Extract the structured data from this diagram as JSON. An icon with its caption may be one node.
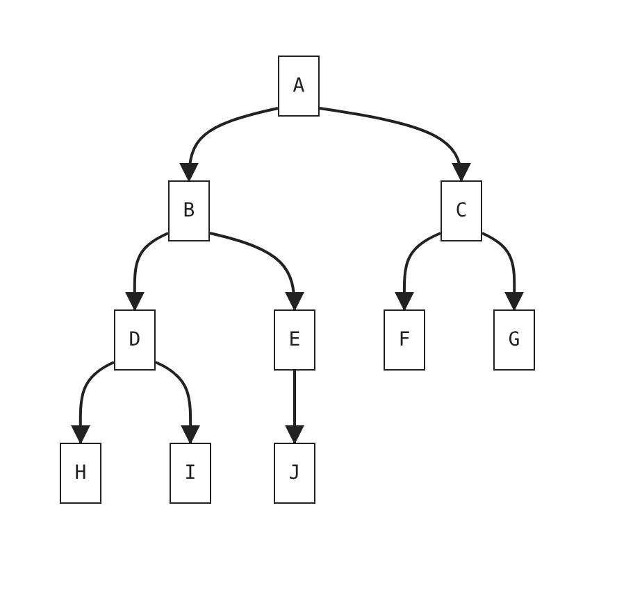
{
  "diagram": {
    "nodes": [
      {
        "text": [
          "A"
        ]
      },
      {
        "text": [
          "B"
        ]
      },
      {
        "text": [
          "C"
        ]
      },
      {
        "text": [
          "D"
        ]
      },
      {
        "text": [
          "E"
        ]
      },
      {
        "text": [
          "F"
        ]
      },
      {
        "text": [
          "G"
        ]
      },
      {
        "text": [
          "H"
        ]
      },
      {
        "text": [
          "I"
        ]
      },
      {
        "text": [
          "J"
        ]
      }
    ],
    "edges": [
      {
        "from": 0,
        "to": 1,
        "arrow": "to"
      },
      {
        "from": 0,
        "to": 2,
        "arrow": "to"
      },
      {
        "from": 1,
        "to": 3,
        "arrow": "to"
      },
      {
        "from": 1,
        "to": 4,
        "arrow": "to"
      },
      {
        "from": 2,
        "to": 5,
        "arrow": "to"
      },
      {
        "from": 2,
        "to": 6,
        "arrow": "to"
      },
      {
        "from": 3,
        "to": 7,
        "arrow": "to"
      },
      {
        "from": 3,
        "to": 8,
        "arrow": "to"
      },
      {
        "from": 4,
        "to": 9,
        "arrow": "to"
      }
    ]
  }
}
